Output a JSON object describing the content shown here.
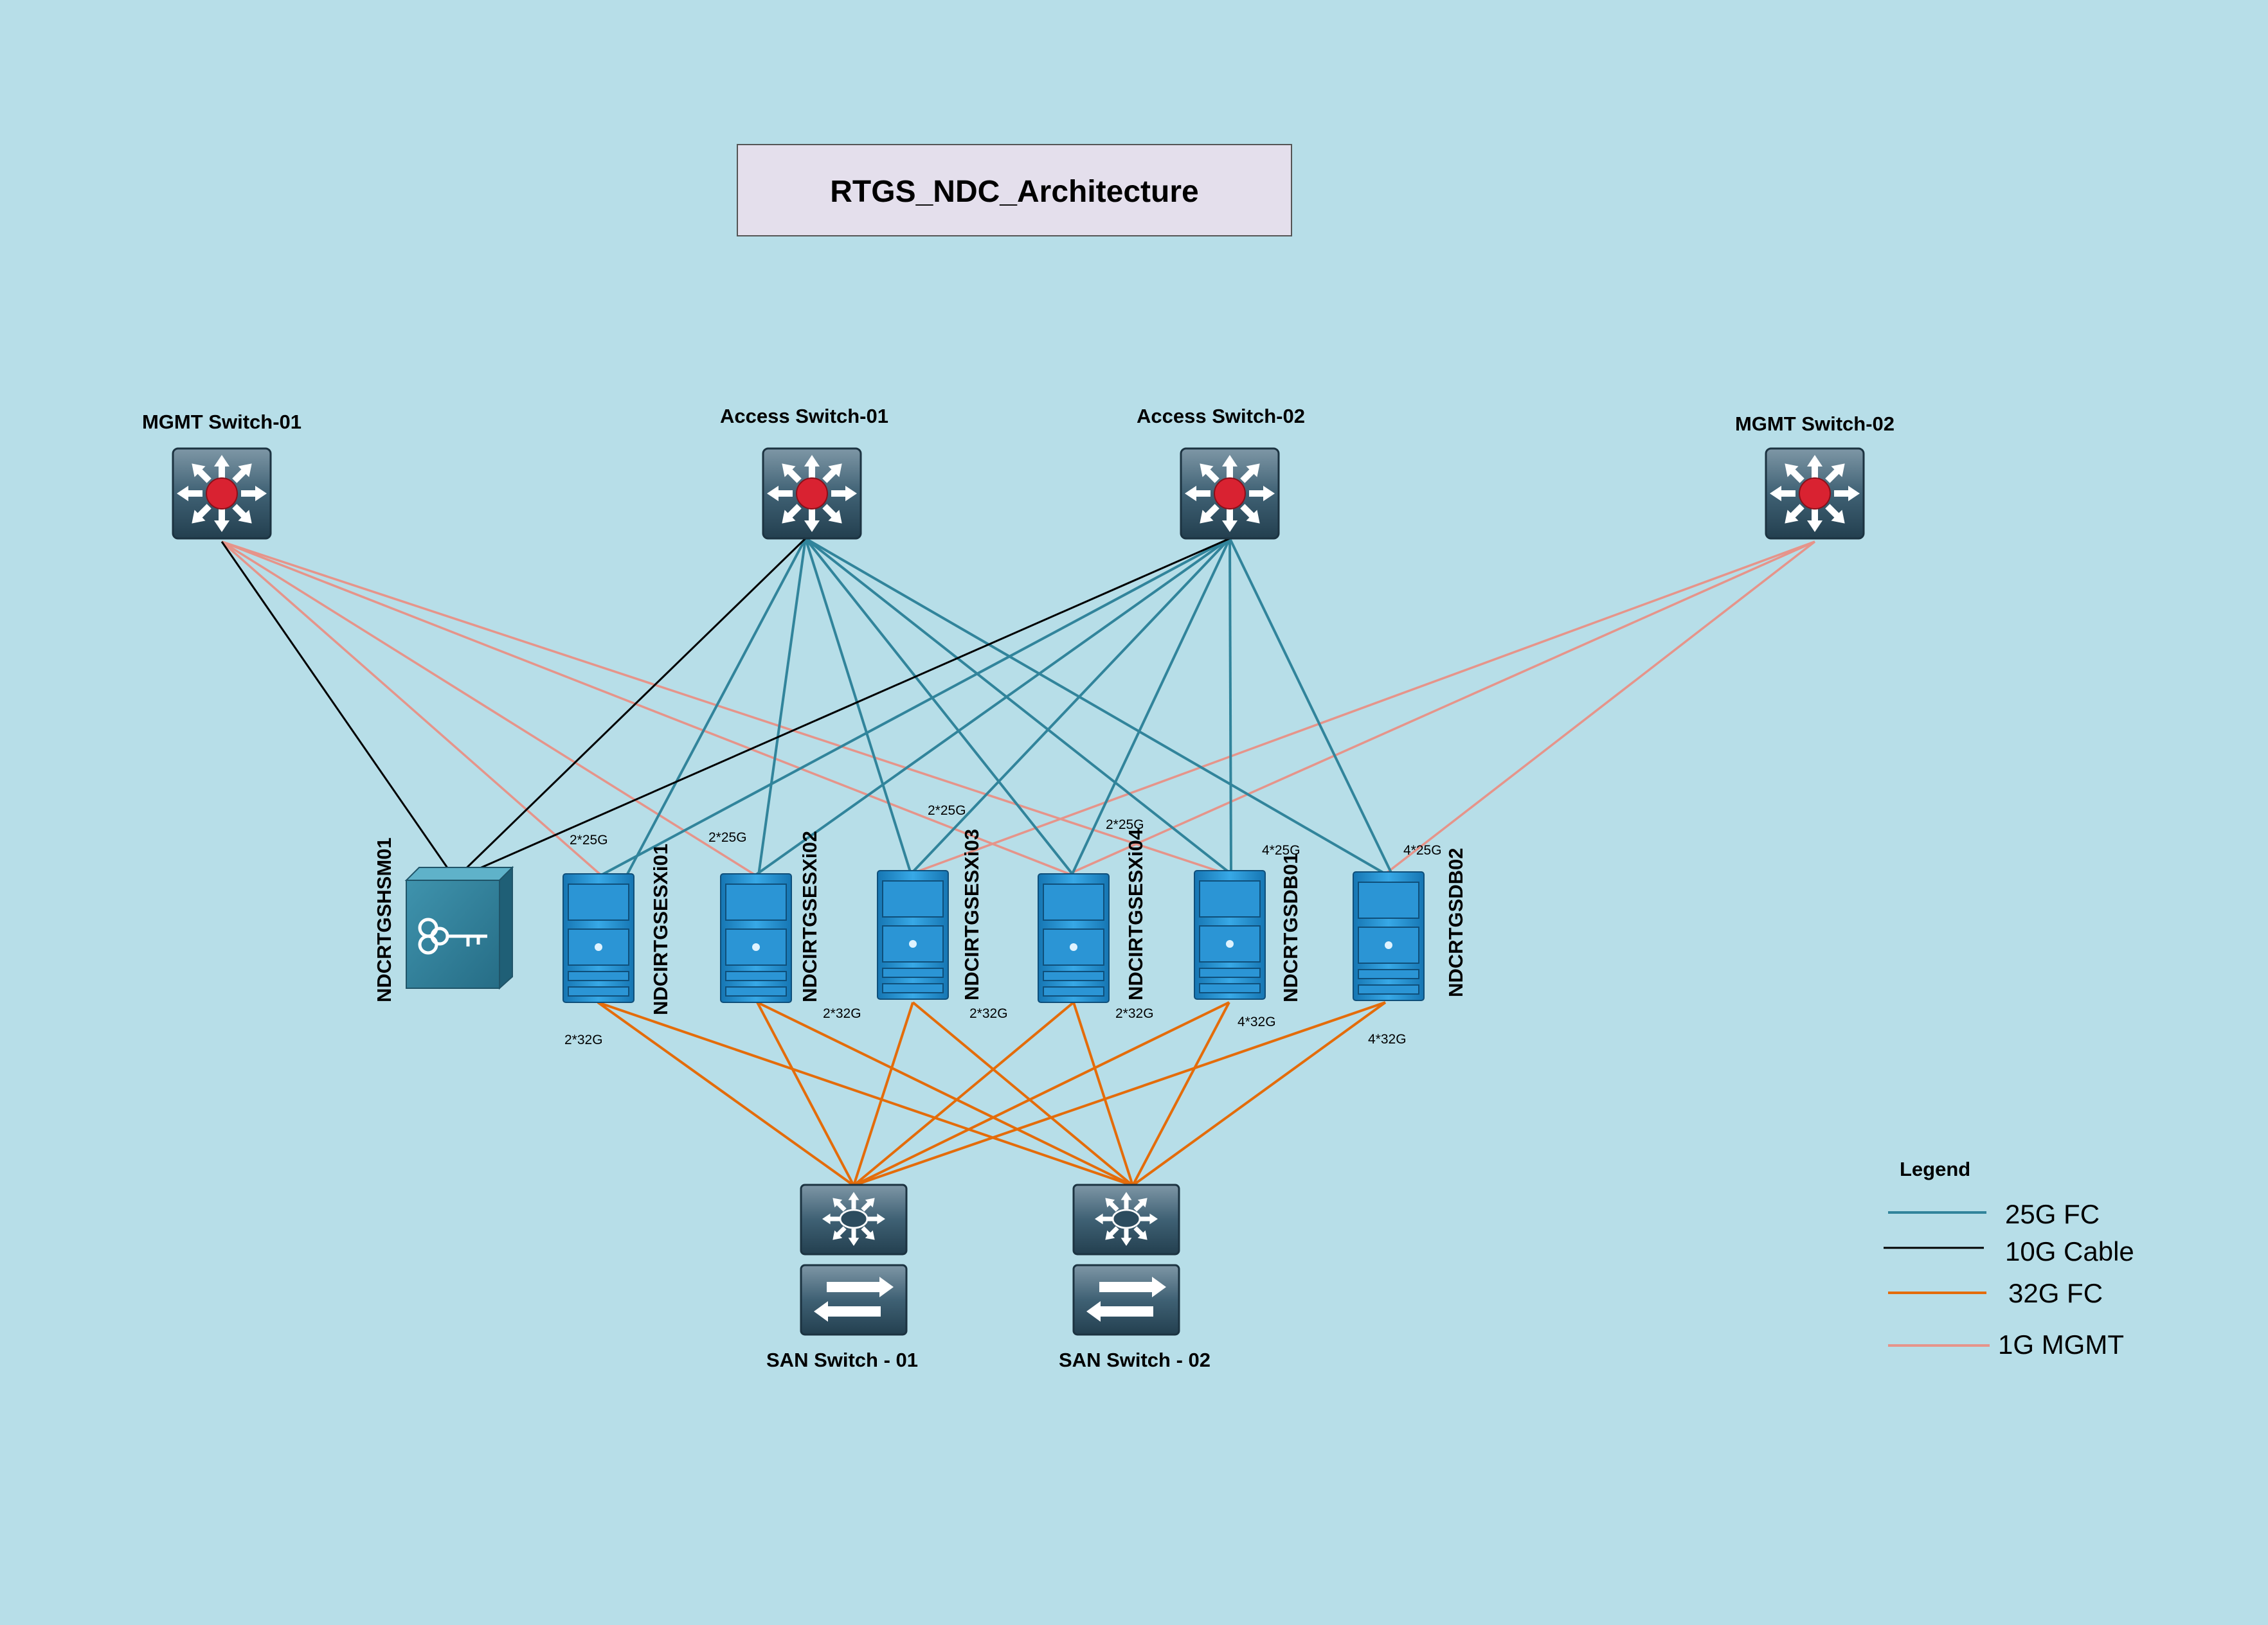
{
  "title": "RTGS_NDC_Architecture",
  "colors": {
    "background": "#b7dee8",
    "link_25g_fc": "#31849b",
    "link_10g_cable": "#000000",
    "link_32g_fc": "#e46c0a",
    "link_1g_mgmt": "#e6948a",
    "server_blue": "#1f8ac8",
    "switch_dark": "#2c4c5e",
    "router_red": "#d92231"
  },
  "switches": {
    "mgmt1": "MGMT Switch-01",
    "access1": "Access Switch-01",
    "access2": "Access Switch-02",
    "mgmt2": "MGMT Switch-02"
  },
  "devices": {
    "hsm": "NDCRTGSHSM01",
    "esxi01": "NDCIRTGSESXi01",
    "esxi02": "NDCIRTGSESXi02",
    "esxi03": "NDCIRTGSESXi03",
    "esxi04": "NDCIRTGSESXi04",
    "db01": "NDCRTGSDB01",
    "db02": "NDCRTGSDB02"
  },
  "san": {
    "san1": "SAN Switch - 01",
    "san2": "SAN Switch - 02"
  },
  "link_labels": {
    "up_esxi01": "2*25G",
    "up_esxi02": "2*25G",
    "up_esxi03": "2*25G",
    "up_esxi04": "2*25G",
    "up_db01": "4*25G",
    "up_db02": "4*25G",
    "down_esxi01": "2*32G",
    "down_esxi02": "2*32G",
    "down_esxi03": "2*32G",
    "down_esxi04": "2*32G",
    "down_db01": "4*32G",
    "down_db02": "4*32G"
  },
  "legend": {
    "title": "Legend",
    "items": [
      {
        "label": "25G FC",
        "color": "#31849b"
      },
      {
        "label": "10G Cable",
        "color": "#000000"
      },
      {
        "label": "32G FC",
        "color": "#e46c0a"
      },
      {
        "label": "1G MGMT",
        "color": "#e6948a"
      }
    ]
  }
}
